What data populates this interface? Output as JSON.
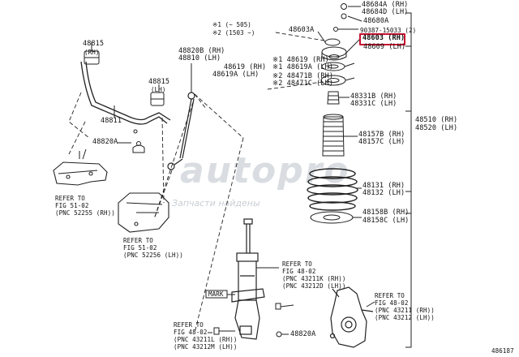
{
  "watermark": {
    "brand": "autopro",
    "tagline": "Запчасти найдены"
  },
  "notes": {
    "note1": "※1 (~ 505)",
    "note2": "※2 (1503 ~)"
  },
  "parts": {
    "p48815_top": "48815",
    "p48815_top_side": "(RH)",
    "p48815_mid": "48815",
    "p48815_mid_side": "(LH)",
    "p48811": "48811",
    "p48820A_left": "48820A",
    "p48820A_bottom": "48820A",
    "p48820B": "48820B (RH)",
    "p48810": "48810 (LH)",
    "p48619": "48619 (RH)",
    "p48619A": "48619A (LH)",
    "s148619": "※1 48619 (RH)",
    "s148619A": "※1 48619A (LH)",
    "s248471B": "※2 48471B (RH)",
    "s248471C": "※2 48471C (LH)",
    "p48684A": "48684A (RH)",
    "p48684D": "48684D (LH)",
    "p48680A": "48680A",
    "p90387": "90387-15033 (2)",
    "p48603A": "48603A",
    "p48603": "48603 (RH)",
    "p48609": "48609 (LH)",
    "p48331B": "48331B (RH)",
    "p48331C": "48331C (LH)",
    "p48157B": "48157B (RH)",
    "p48157C": "48157C (LH)",
    "p48510": "48510 (RH)",
    "p48520": "48520 (LH)",
    "p48131": "48131 (RH)",
    "p48132": "48132 (LH)",
    "p48158B": "48158B (RH)",
    "p48158C": "48158C (LH)",
    "mark": "MARK"
  },
  "refs": {
    "r1": [
      "REFER TO",
      "FIG 51-02",
      "(PNC 52255 (RH))"
    ],
    "r2": [
      "REFER TO",
      "FIG 51-02",
      "(PNC 52256 (LH))"
    ],
    "r3": [
      "REFER TO",
      "FIG 48-02",
      "(PNC 43211K (RH))",
      "(PNC 43212D (LH))"
    ],
    "r4": [
      "REFER TO",
      "FIG 48-02",
      "(PNC 43211 (RH))",
      "(PNC 43212 (LH))"
    ],
    "r5": [
      "REFER TO",
      "FIG 48-02",
      "(PNC 43211L (RH))",
      "(PNC 43212M (LH))"
    ]
  },
  "figure_id": "486187",
  "colors": {
    "highlight": "#c8102e",
    "ink": "#111111",
    "watermark": "#d9dde2"
  }
}
